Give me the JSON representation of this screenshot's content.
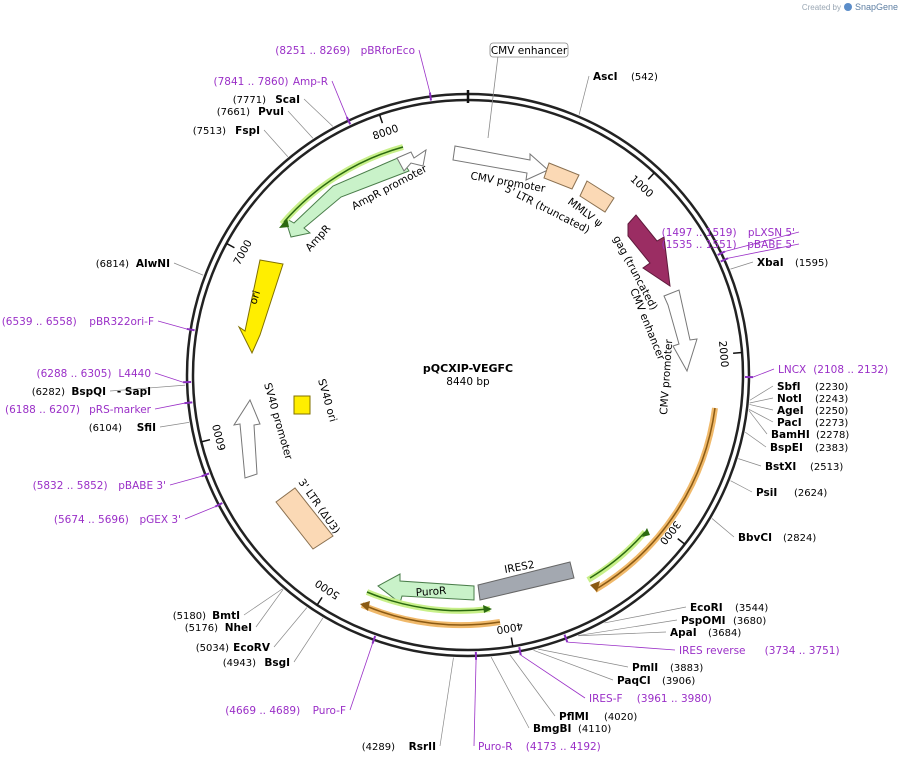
{
  "credit": {
    "prefix": "Created by",
    "brand": "SnapGene"
  },
  "plasmid": {
    "name": "pQCXIP-VEGFC",
    "length": "8440 bp"
  },
  "ticks": [
    "1000",
    "2000",
    "3000",
    "4000",
    "5000",
    "6000",
    "7000",
    "8000"
  ],
  "boxed_label": "CMV enhancer",
  "features": [
    {
      "label": "CMV promoter",
      "color": "#ffffff"
    },
    {
      "label": "5' LTR (truncated)",
      "color": "#fbd9b5"
    },
    {
      "label": "MMLV ψ",
      "color": "#fbd9b5"
    },
    {
      "label": "gag (truncated)",
      "color": "#9b2d63"
    },
    {
      "label": "CMV enhancer",
      "color": "#ffffff"
    },
    {
      "label": "CMV promoter",
      "color": "#ffffff"
    },
    {
      "label": "IRES2",
      "color": "#a3a8b0"
    },
    {
      "label": "PuroR",
      "color": "#c9f2c9"
    },
    {
      "label": "3' LTR (ΔU3)",
      "color": "#fbd9b5"
    },
    {
      "label": "SV40 promoter",
      "color": "#ffffff"
    },
    {
      "label": "SV40 ori",
      "color": "#ffee00"
    },
    {
      "label": "ori",
      "color": "#ffee00"
    },
    {
      "label": "AmpR",
      "color": "#c9f2c9"
    },
    {
      "label": "AmpR promoter",
      "color": "#ffffff"
    }
  ],
  "sites": [
    {
      "name": "AscI",
      "pos": "(542)"
    },
    {
      "name": "XbaI",
      "pos": "(1595)"
    },
    {
      "name": "SbfI",
      "pos": "(2230)"
    },
    {
      "name": "NotI",
      "pos": "(2243)"
    },
    {
      "name": "AgeI",
      "pos": "(2250)"
    },
    {
      "name": "PacI",
      "pos": "(2273)"
    },
    {
      "name": "BamHI",
      "pos": "(2278)"
    },
    {
      "name": "BspEI",
      "pos": "(2383)"
    },
    {
      "name": "BstXI",
      "pos": "(2513)"
    },
    {
      "name": "PsiI",
      "pos": "(2624)"
    },
    {
      "name": "BbvCI",
      "pos": "(2824)"
    },
    {
      "name": "EcoRI",
      "pos": "(3544)"
    },
    {
      "name": "PspOMI",
      "pos": "(3680)"
    },
    {
      "name": "ApaI",
      "pos": "(3684)"
    },
    {
      "name": "PmlI",
      "pos": "(3883)"
    },
    {
      "name": "PaqCI",
      "pos": "(3906)"
    },
    {
      "name": "PflMI",
      "pos": "(4020)"
    },
    {
      "name": "BmgBI",
      "pos": "(4110)"
    },
    {
      "name": "RsrII",
      "pos": "(4289)"
    },
    {
      "name": "BsgI",
      "pos": "(4943)"
    },
    {
      "name": "EcoRV",
      "pos": "(5034)"
    },
    {
      "name": "NheI",
      "pos": "(5176)"
    },
    {
      "name": "BmtI",
      "pos": "(5180)"
    },
    {
      "name": "SfiI",
      "pos": "(6104)"
    },
    {
      "name": "BspQI",
      "pos": "(6282)"
    },
    {
      "name": "- SapI",
      "pos": ""
    },
    {
      "name": "AlwNI",
      "pos": "(6814)"
    },
    {
      "name": "FspI",
      "pos": "(7513)"
    },
    {
      "name": "PvuI",
      "pos": "(7661)"
    },
    {
      "name": "ScaI",
      "pos": "(7771)"
    }
  ],
  "primers": [
    {
      "name": "pBRforEco",
      "range": "(8251 .. 8269)"
    },
    {
      "name": "Amp-R",
      "range": "(7841 .. 7860)"
    },
    {
      "name": "pLXSN 5'",
      "range": "(1497 .. 1519)"
    },
    {
      "name": "pBABE 5'",
      "range": "(1535 .. 1551)"
    },
    {
      "name": "LNCX",
      "range": "(2108 .. 2132)"
    },
    {
      "name": "IRES reverse",
      "range": "(3734 .. 3751)"
    },
    {
      "name": "IRES-F",
      "range": "(3961 .. 3980)"
    },
    {
      "name": "Puro-R",
      "range": "(4173 .. 4192)"
    },
    {
      "name": "Puro-F",
      "range": "(4669 .. 4689)"
    },
    {
      "name": "pGEX 3'",
      "range": "(5674 .. 5696)"
    },
    {
      "name": "pBABE 3'",
      "range": "(5832 .. 5852)"
    },
    {
      "name": "pRS-marker",
      "range": "(6188 .. 6207)"
    },
    {
      "name": "L4440",
      "range": "(6288 .. 6305)"
    },
    {
      "name": "pBR322ori-F",
      "range": "(6539 .. 6558)"
    }
  ]
}
